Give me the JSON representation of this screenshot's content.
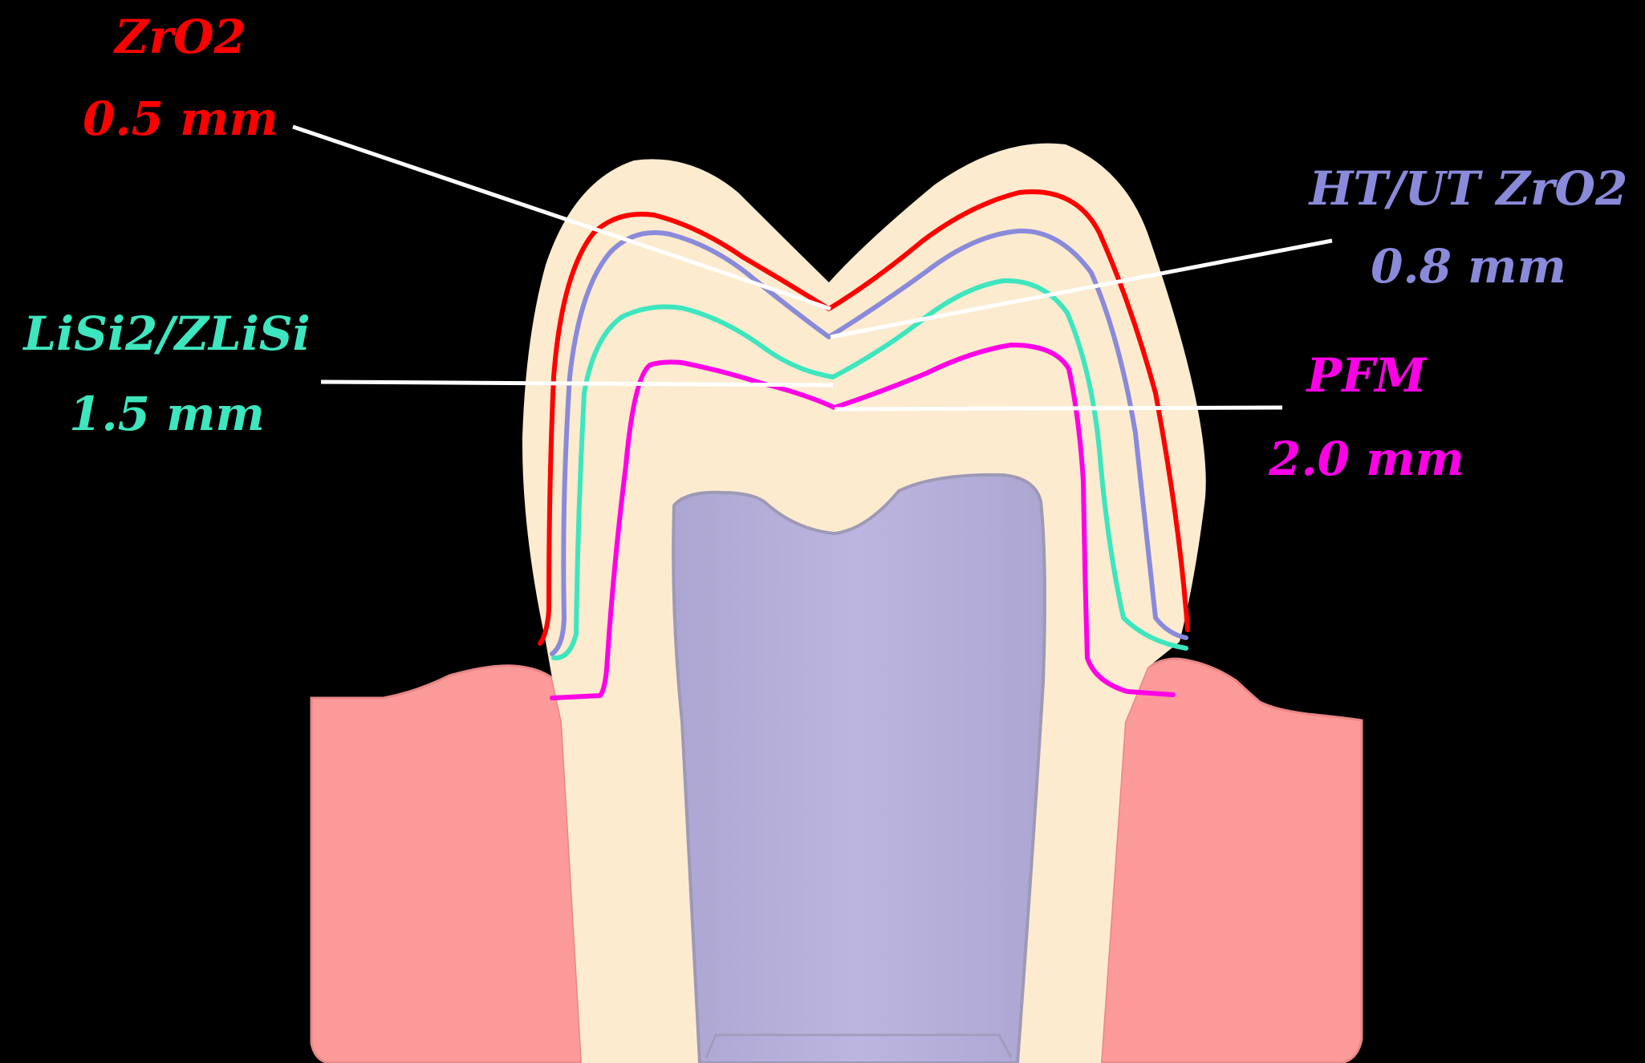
{
  "diagram": {
    "background": "#000000",
    "colors": {
      "tooth_body": "#FCEBCF",
      "pulp_fill": "#BBB4DE",
      "pulp_edge": "#9E99B6",
      "gum_fill": "#FC9A9A",
      "gum_edge": "#E98585",
      "pointer_line": "#FFFFFF"
    },
    "materials": [
      {
        "id": "zro2",
        "name": "ZrO2",
        "thickness": "0.5 mm",
        "color": "#FF0000"
      },
      {
        "id": "ht-ut-zro2",
        "name": "HT/UT ZrO2",
        "thickness": "0.8 mm",
        "color": "#8A8ADB"
      },
      {
        "id": "lisi2-zlisi",
        "name": "LiSi2/ZLiSi",
        "thickness": "1.5 mm",
        "color": "#3DE6BE"
      },
      {
        "id": "pfm",
        "name": "PFM",
        "thickness": "2.0 mm",
        "color": "#FF00E6"
      }
    ]
  }
}
